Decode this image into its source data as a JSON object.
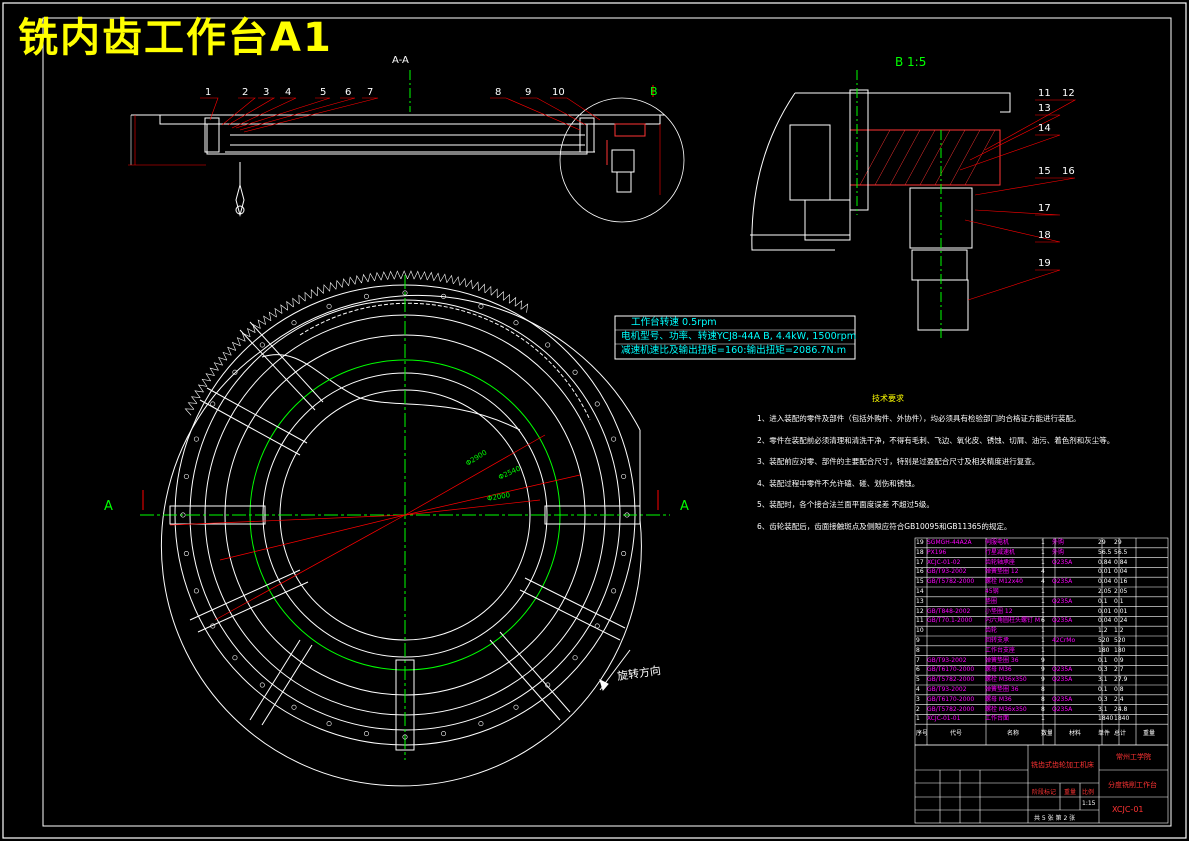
{
  "title": "铣内齿工作台A1",
  "section_label": "A-A",
  "detail_label": "B 1:5",
  "detail_marker": "B",
  "section_marker_left": "A",
  "section_marker_right": "A",
  "rotation_label": "旋转方向",
  "dimension_marks": [
    "Φ2000",
    "Φ2540",
    "Φ2900"
  ],
  "balloons_top": [
    "1",
    "2",
    "3",
    "4",
    "5",
    "6",
    "7",
    "8",
    "9",
    "10"
  ],
  "balloons_detail": [
    "11",
    "12",
    "13",
    "14",
    "15",
    "16",
    "17",
    "18",
    "19"
  ],
  "spec_box": {
    "line1": "工作台转速 0.5rpm",
    "line2": "电机型号、功率、转速YCJ8-44A B, 4.4kW, 1500rpm",
    "line3": "减速机速比及输出扭矩=160:输出扭矩=2086.7N.m"
  },
  "tech_requirements": {
    "heading": "技术要求",
    "items": [
      "1、进入装配的零件及部件（包括外购件、外协件），均必须具有检验部门的合格证方能进行装配。",
      "2、零件在装配前必须清理和清洗干净，不得有毛刺、飞边、氧化皮、锈蚀、切屑、油污、着色剂和灰尘等。",
      "3、装配前应对零、部件的主要配合尺寸，特别是过盈配合尺寸及相关精度进行复查。",
      "4、装配过程中零件不允许磕、碰、划伤和锈蚀。",
      "5、装配时，各个接合法兰面平面度误差 不超过5级。",
      "6、齿轮装配后，齿面接触斑点及侧隙应符合GB10095和GB11365的规定。"
    ]
  },
  "bom": {
    "rows": [
      [
        "19",
        "SGMGH-44A2A",
        "伺服电机",
        "1",
        "外购",
        "29",
        "29"
      ],
      [
        "18",
        "PX196",
        "行星减速机",
        "1",
        "外购",
        "56.5",
        "56.5"
      ],
      [
        "17",
        "XCJC-01-02",
        "齿轮轴承座",
        "1",
        "Q235A",
        "0.84",
        "0.84"
      ],
      [
        "16",
        "GB/T93-2002",
        "弹簧垫圈 12",
        "4",
        "",
        "0.01",
        "0.04"
      ],
      [
        "15",
        "GB/T5782-2000",
        "螺栓 M12x40",
        "4",
        "Q235A",
        "0.04",
        "0.16"
      ],
      [
        "14",
        "",
        "45钢",
        "1",
        "",
        "2.05",
        "2.05"
      ],
      [
        "13",
        "",
        "垫圈",
        "1",
        "Q235A",
        "0.1",
        "0.1"
      ],
      [
        "12",
        "GB/T848-2002",
        "小垫圈 12",
        "1",
        "",
        "0.01",
        "0.01"
      ],
      [
        "11",
        "GB/T70.1-2000",
        "内六角圆柱头螺钉 M10x35",
        "6",
        "Q235A",
        "0.04",
        "0.24"
      ],
      [
        "10",
        "",
        "齿轮",
        "1",
        "",
        "1.2",
        "1.2"
      ],
      [
        "9",
        "",
        "回转支承",
        "1",
        "42CrMo",
        "520",
        "520"
      ],
      [
        "8",
        "",
        "工作台支座",
        "1",
        "",
        "180",
        "180"
      ],
      [
        "7",
        "GB/T93-2002",
        "弹簧垫圈 36",
        "9",
        "",
        "0.1",
        "0.9"
      ],
      [
        "6",
        "GB/T6170-2000",
        "螺母 M36",
        "9",
        "Q235A",
        "0.3",
        "2.7"
      ],
      [
        "5",
        "GB/T5782-2000",
        "螺栓 M36x350",
        "9",
        "Q235A",
        "3.1",
        "27.9"
      ],
      [
        "4",
        "GB/T93-2002",
        "弹簧垫圈 36",
        "8",
        "",
        "0.1",
        "0.8"
      ],
      [
        "3",
        "GB/T6170-2000",
        "螺母 M36",
        "8",
        "Q235A",
        "0.3",
        "2.4"
      ],
      [
        "2",
        "GB/T5782-2000",
        "螺栓 M36x350",
        "8",
        "Q235A",
        "3.1",
        "24.8"
      ],
      [
        "1",
        "XCJC-01-01",
        "工作台面",
        "1",
        "",
        "1840",
        "1840"
      ]
    ],
    "header": [
      "序号",
      "代号",
      "名称",
      "数量",
      "材料",
      "单件",
      "总计"
    ],
    "weight_label": "重量"
  },
  "title_block": {
    "school": "常州工学院",
    "project": "铣齿式齿轮加工机床",
    "part_name": "分度铣削工作台",
    "drawing_no": "XCJC-01",
    "scale": "1:15",
    "sheet": "共 5 张   第 2 张",
    "stage": "阶段标记",
    "weight": "重量",
    "ratio": "比例"
  },
  "colors": {
    "background": "#000000",
    "frame": "#ffffff",
    "title": "#ffff00",
    "centerline": "#00ff00",
    "dimension": "#ff0000",
    "hatch": "#ff3333",
    "cyan": "#00ffff",
    "magenta": "#ff00ff"
  }
}
